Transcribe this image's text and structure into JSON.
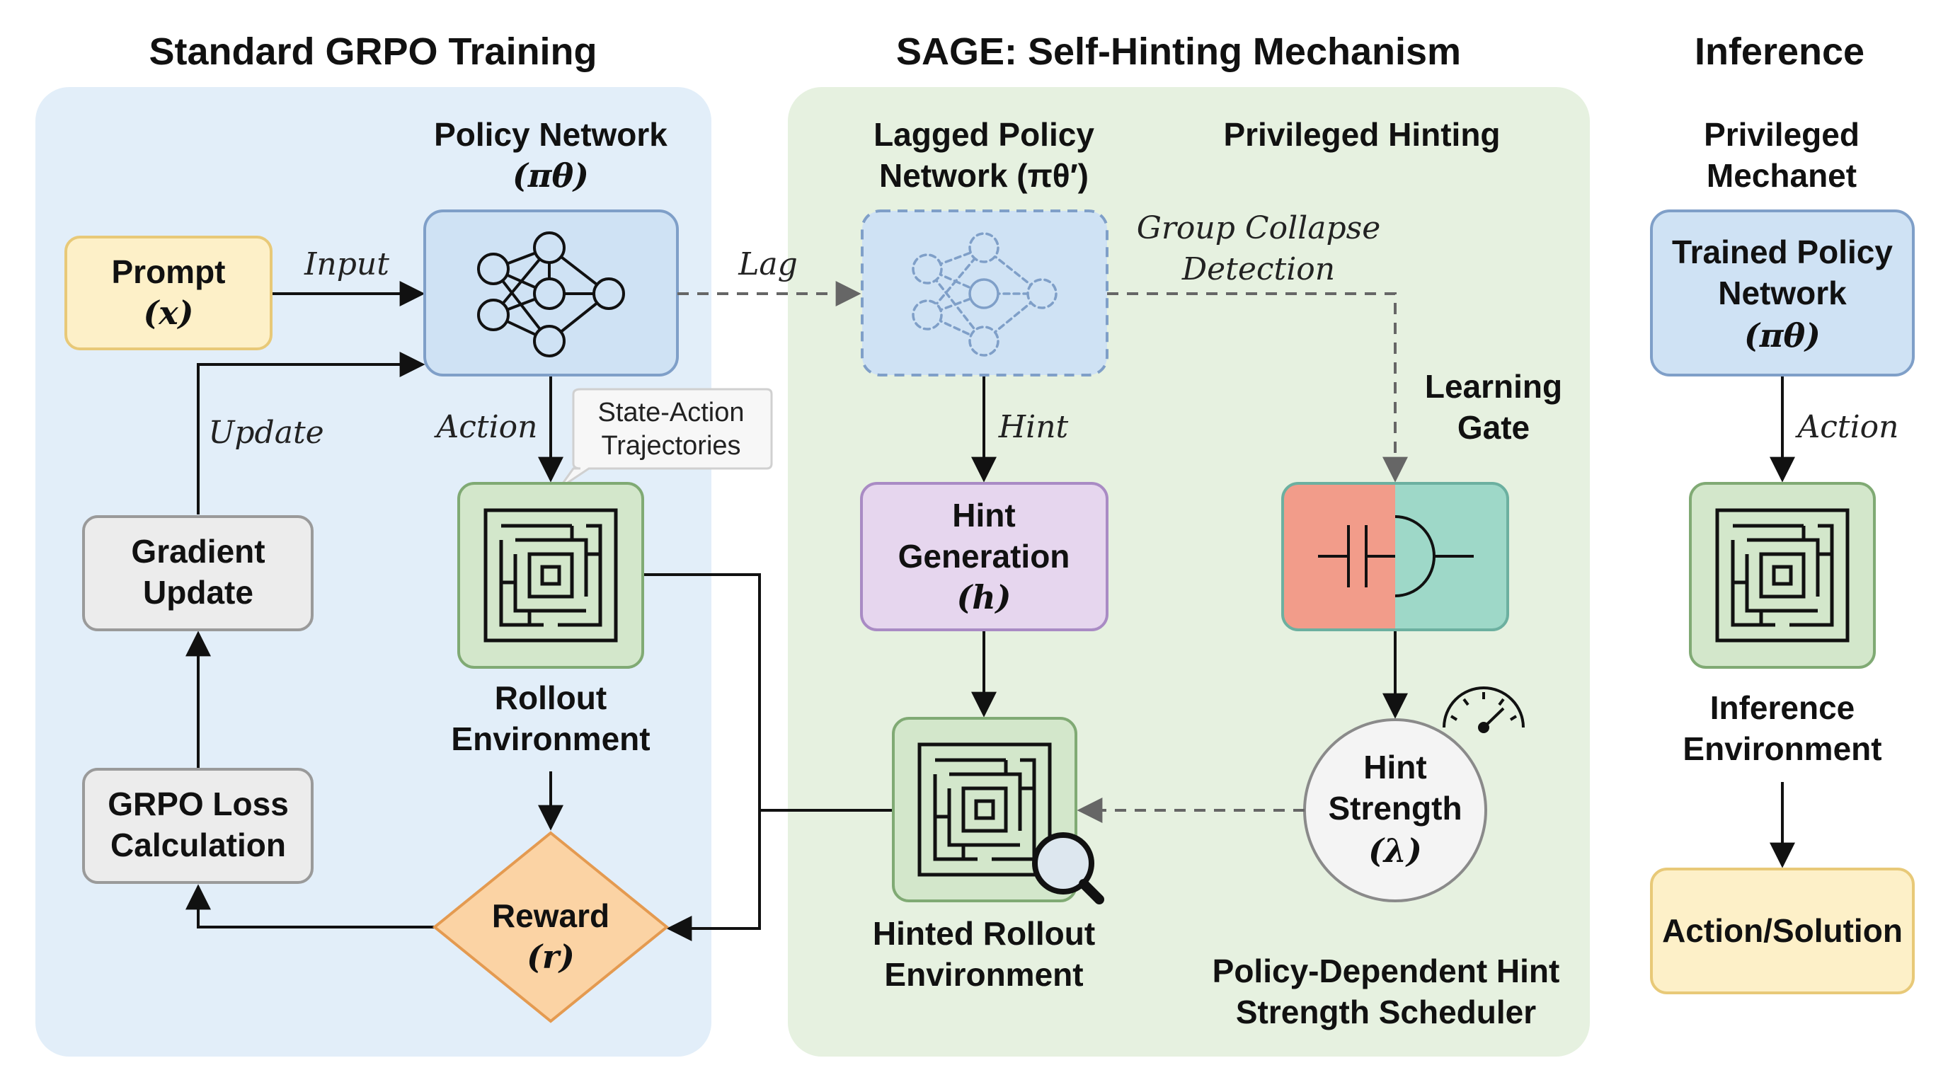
{
  "colors": {
    "grpo_panel": "#e2eef9",
    "sage_panel": "#e6f1e0",
    "prompt_fill": "#fdf0c8",
    "prompt_stroke": "#e8c978",
    "policy_fill": "#cfe2f4",
    "policy_stroke": "#7f9fc8",
    "maze_fill": "#d3e7cb",
    "maze_stroke": "#80aa74",
    "gray_fill": "#ececec",
    "gray_stroke": "#9a9a9a",
    "reward_fill": "#fbd3a4",
    "reward_stroke": "#e49a50",
    "hint_fill": "#e6d6ee",
    "hint_stroke": "#a98bc4",
    "gate_left": "#f29c8a",
    "gate_right": "#9ed8c8",
    "gate_stroke": "#6cb0a0",
    "result_fill": "#fdf0c8",
    "result_stroke": "#e8c978"
  },
  "sections": {
    "grpo": "Standard GRPO Training",
    "sage": "SAGE: Self-Hinting Mechanism",
    "inference": "Inference"
  },
  "grpo": {
    "prompt": {
      "label": "Prompt",
      "symbol": "(x)"
    },
    "policy": {
      "line1": "Policy Network",
      "symbol": "(πθ)"
    },
    "rollout": {
      "line1": "Rollout",
      "line2": "Environment"
    },
    "reward": {
      "label": "Reward",
      "symbol": "(r)"
    },
    "gradient": {
      "line1": "Gradient",
      "line2": "Update"
    },
    "loss": {
      "line1": "GRPO Loss",
      "line2": "Calculation"
    },
    "trajectories": {
      "line1": "State-Action",
      "line2": "Trajectories"
    },
    "edges": {
      "input": "Input",
      "action": "Action",
      "update": "Update",
      "lag": "Lag"
    }
  },
  "sage": {
    "lagged": {
      "line1": "Lagged Policy",
      "line2": "Network (πθ′)"
    },
    "privileged_hinting": "Privileged Hinting",
    "collapse": {
      "line1": "Group Collapse",
      "line2": "Detection"
    },
    "gate_title": {
      "line1": "Learning",
      "line2": "Gate"
    },
    "hint_gen": {
      "line1": "Hint",
      "line2": "Generation",
      "symbol": "(h)"
    },
    "hinted_rollout": {
      "line1": "Hinted Rollout",
      "line2": "Environment"
    },
    "hint_strength": {
      "line1": "Hint",
      "line2": "Strength",
      "symbol": "(λ)"
    },
    "scheduler": {
      "line1": "Policy-Dependent Hint",
      "line2": "Strength Scheduler"
    },
    "edges": {
      "hint": "Hint"
    }
  },
  "inference": {
    "privileged": {
      "line1": "Privileged",
      "line2": "Mechanet"
    },
    "trained": {
      "line1": "Trained Policy",
      "line2": "Network",
      "symbol": "(πθ)"
    },
    "env": {
      "line1": "Inference",
      "line2": "Environment"
    },
    "result": "Action/Solution",
    "edges": {
      "action": "Action"
    }
  }
}
